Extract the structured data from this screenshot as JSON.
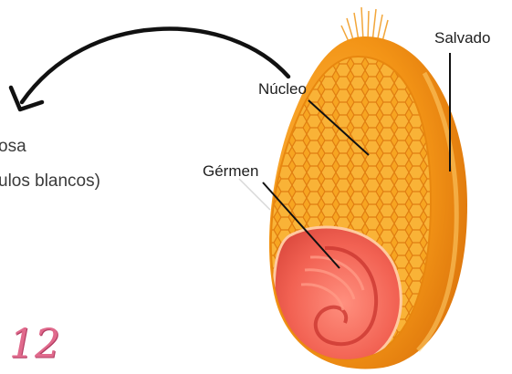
{
  "labels": {
    "nucleo": "Núcleo",
    "salvado": "Salvado",
    "germen": "Gérmen"
  },
  "partial_text": {
    "line1": "osa",
    "line2": "ulos blancos)"
  },
  "page_number": "12",
  "colors": {
    "kernel_outer": "#f08a0a",
    "kernel_highlight": "#ffb43a",
    "endosperm": "#f7a521",
    "cell_lines": "#e07d10",
    "germ": "#f25c4f",
    "germ_inner": "#e8473f",
    "arrow": "#111111",
    "leader": "#111111"
  }
}
